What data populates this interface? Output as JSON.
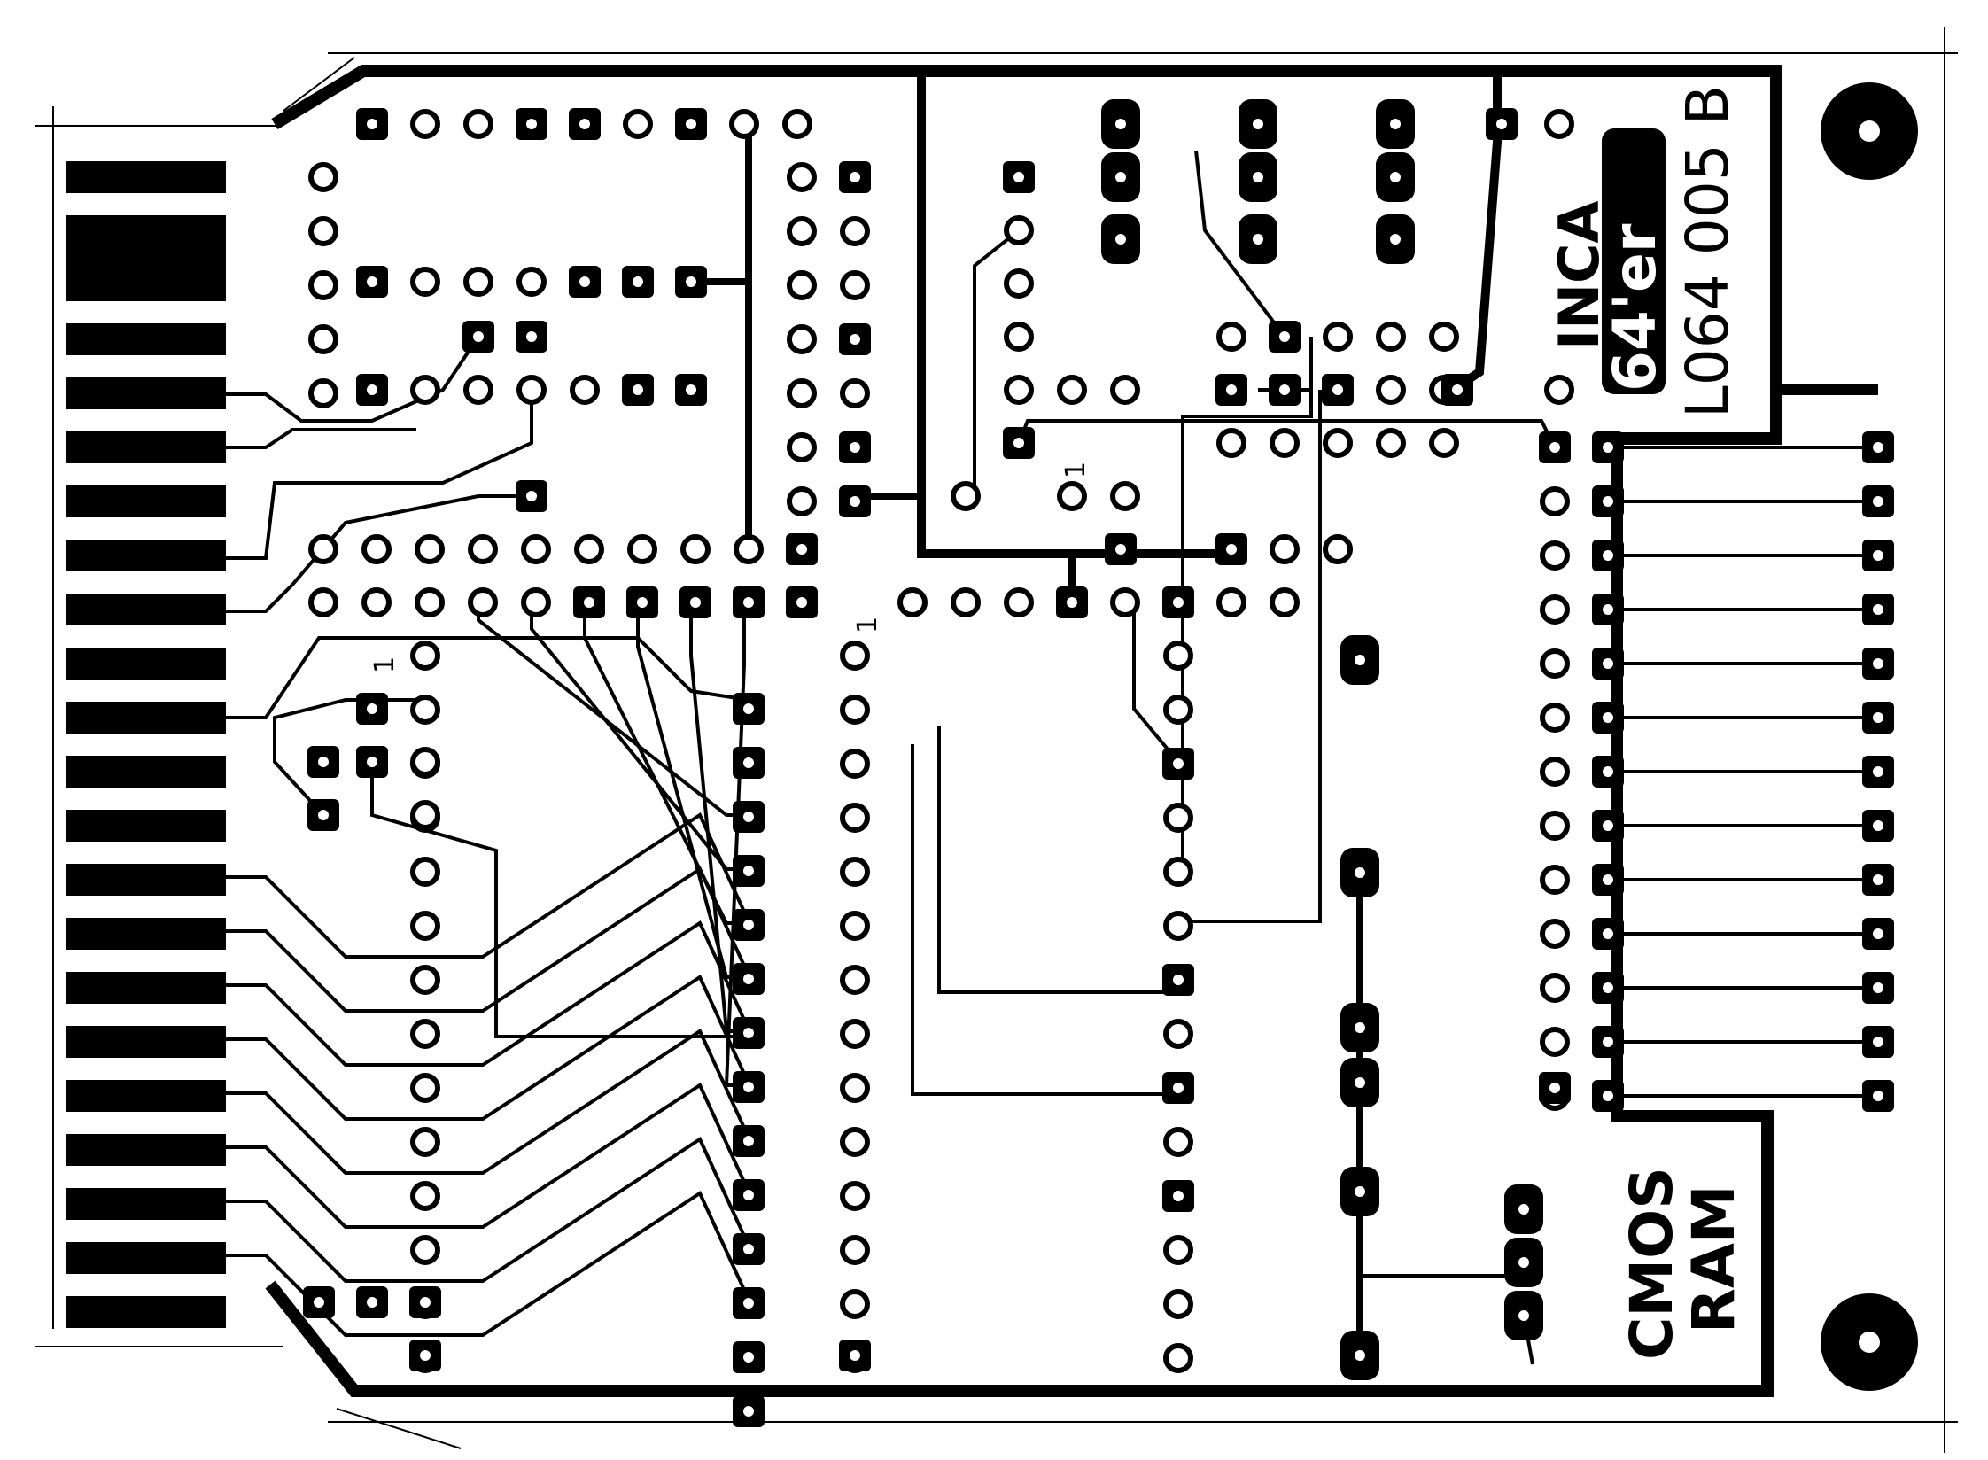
{
  "board": {
    "ink": "#000000",
    "paper": "#ffffff",
    "manufacturer": "INCA",
    "logo_text": "64'er",
    "part_number": "L064 005 B",
    "chip_label_line1": "CMOS",
    "chip_label_line2": "RAM",
    "pin1_marker": "1"
  },
  "edge_connector": {
    "finger_count": 22
  },
  "icons": {
    "mounting_hole": "mounting-hole-icon",
    "pad": "solder-pad-icon"
  }
}
